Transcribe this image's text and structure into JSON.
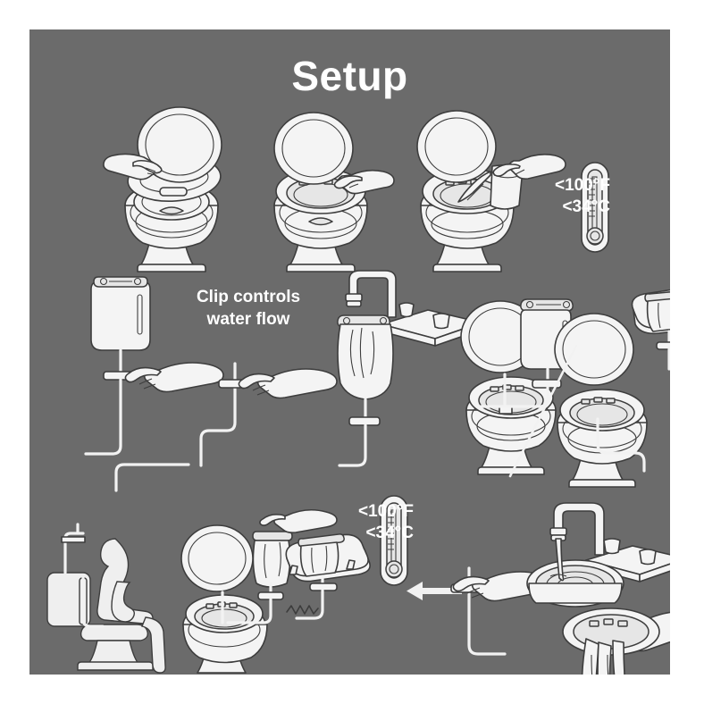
{
  "panel": {
    "background_color": "#6b6b6b",
    "page_background": "#ffffff"
  },
  "header": {
    "title": "Setup",
    "title_color": "#ffffff"
  },
  "callouts": [
    {
      "id": "temp-top",
      "line1": "<100°F",
      "line2": "<34°C",
      "icon": "thermometer-icon"
    },
    {
      "id": "temp-bottom",
      "line1": "<100°F",
      "line2": "<34°C",
      "icon": "thermometer-icon"
    }
  ],
  "notes": {
    "clip_note_line1": "Clip controls",
    "clip_note_line2": "water flow"
  },
  "steps": {
    "row1": [
      {
        "name": "lift-lid-and-seat",
        "icon": "toilet-lid-open-hand-icon"
      },
      {
        "name": "lower-seat",
        "icon": "toilet-seat-down-hand-icon"
      },
      {
        "name": "pour-warm-water",
        "icon": "toilet-pour-pitcher-icon"
      }
    ],
    "row2": [
      {
        "name": "open-clip",
        "icon": "bag-clip-open-hand-icon"
      },
      {
        "name": "close-clip",
        "icon": "clip-close-hand-icon"
      },
      {
        "name": "fill-bag-at-faucet",
        "icon": "bag-faucet-fill-icon"
      },
      {
        "name": "hang-bag-option-a",
        "icon": "toilet-bag-hanging-icon"
      },
      {
        "name": "hang-bag-option-b",
        "icon": "toilet-bag-lid-icon"
      }
    ],
    "row3": [
      {
        "name": "seated-position",
        "icon": "person-seated-toilet-icon"
      },
      {
        "name": "bag-on-lid-setup",
        "icon": "bag-hand-and-lid-stand-icon"
      },
      {
        "name": "release-clip",
        "icon": "clip-release-hand-arrow-icon"
      },
      {
        "name": "rinse-at-sink",
        "icon": "sink-faucet-rinse-icon"
      }
    ]
  },
  "colors": {
    "panel": "#6b6b6b",
    "line": "#3d3d3d",
    "fill": "#f4f4f4",
    "text": "#ffffff"
  }
}
